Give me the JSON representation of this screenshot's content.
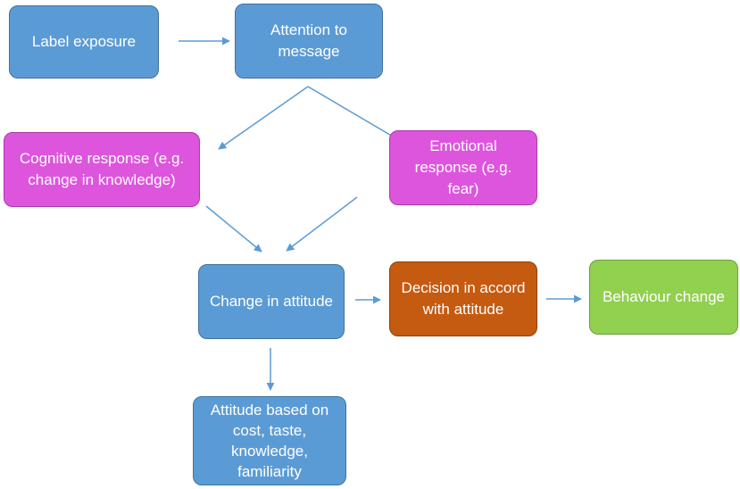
{
  "diagram": {
    "nodes": {
      "label_exposure": "Label exposure",
      "attention": "Attention to message",
      "cognitive": "Cognitive response (e.g. change in knowledge)",
      "emotional": "Emotional response (e.g. fear)",
      "change_attitude": "Change in attitude",
      "decision": "Decision in accord with attitude",
      "behaviour": "Behaviour change",
      "attitude_basis": "Attitude based on cost, taste, knowledge, familiarity"
    },
    "edges": [
      {
        "from": "label_exposure",
        "to": "attention"
      },
      {
        "from": "attention",
        "to": "cognitive"
      },
      {
        "from": "attention",
        "to": "emotional"
      },
      {
        "from": "cognitive",
        "to": "change_attitude"
      },
      {
        "from": "emotional",
        "to": "change_attitude"
      },
      {
        "from": "change_attitude",
        "to": "decision"
      },
      {
        "from": "decision",
        "to": "behaviour"
      },
      {
        "from": "change_attitude",
        "to": "attitude_basis"
      }
    ],
    "colors": {
      "blue": "#5b9bd5",
      "pink": "#dd55dd",
      "orange": "#c55a11",
      "green": "#92d050",
      "arrow": "#5b9bd5"
    }
  }
}
